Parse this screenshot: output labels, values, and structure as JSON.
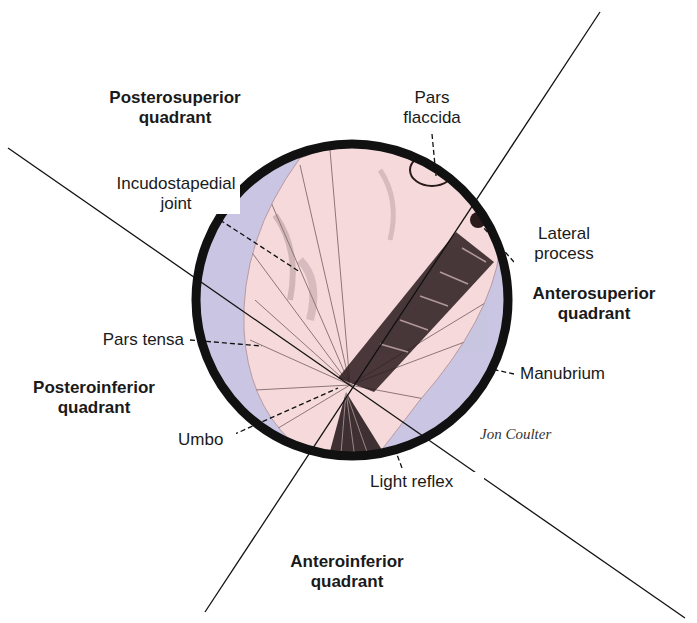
{
  "diagram": {
    "labels": [
      "Posterosuperior quadrant",
      "Pars flaccida",
      "Incudostapedial joint",
      "Lateral process",
      "Anterosuperior quadrant",
      "Pars tensa",
      "Manubrium",
      "Posteroinferior quadrant",
      "Umbo",
      "Light reflex",
      "Anteroinferior quadrant",
      "Jon Coulter"
    ]
  }
}
